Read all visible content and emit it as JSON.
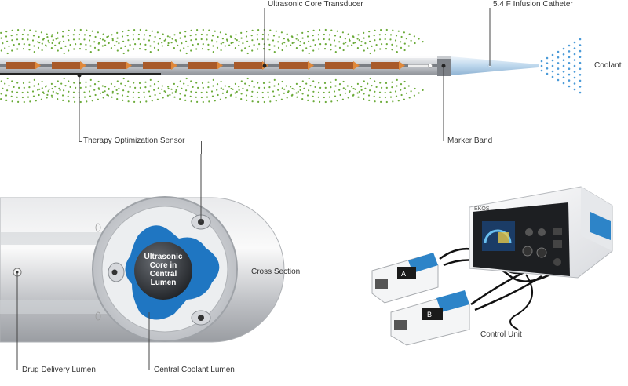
{
  "labels": {
    "ultrasonic_core_transducer": "Ultrasonic Core Transducer",
    "infusion_catheter": "5.4 F Infusion Catheter",
    "coolant": "Coolant",
    "therapy_optimization_sensor": "Therapy Optimization Sensor",
    "marker_band": "Marker Band",
    "cross_section": "Cross Section",
    "drug_delivery_lumen": "Drug Delivery Lumen",
    "central_coolant_lumen": "Central Coolant Lumen",
    "control_unit": "Control Unit",
    "core_line_1": "Ultrasonic",
    "core_line_2": "Core in",
    "core_line_3": "Central",
    "core_line_4": "Lumen"
  },
  "device": {
    "brand": "EKOS",
    "cable_labels": [
      "A",
      "B"
    ]
  },
  "colors": {
    "accent_blue": "#1f76c2",
    "wave_green": "#6cab3a",
    "transducer_copper": "#a85a2a",
    "catheter_gray": "#c9ccd0"
  },
  "icons": [
    "ultrasound-wave-icon",
    "coolant-spray-icon"
  ]
}
